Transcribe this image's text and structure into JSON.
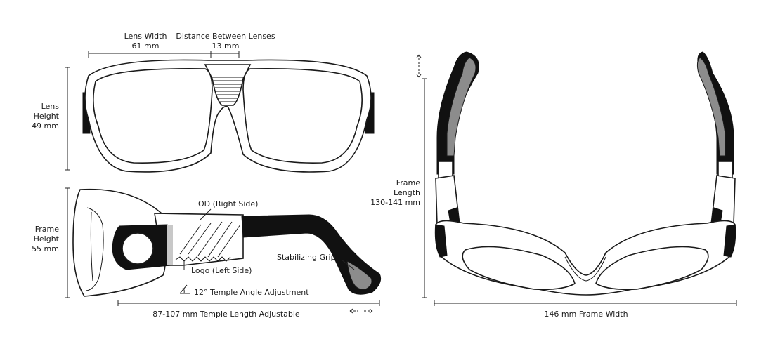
{
  "labels": {
    "lens_width": "Lens Width",
    "lens_width_value": "61 mm",
    "distance_between": "Distance Between Lenses",
    "distance_between_value": "13 mm",
    "lens_height_1": "Lens",
    "lens_height_2": "Height",
    "lens_height_3": "49 mm",
    "frame_height_1": "Frame",
    "frame_height_2": "Height",
    "frame_height_3": "55 mm",
    "od_right": "OD (Right Side)",
    "logo_left": "Logo (Left Side)",
    "stabilizing_grip": "Stabilizing Grip",
    "temple_angle": "12° Temple Angle Adjustment",
    "temple_length": "87-107 mm  Temple Length Adjustable",
    "frame_length_1": "Frame",
    "frame_length_2": "Length",
    "frame_length_3": "130-141 mm",
    "frame_width": "146 mm  Frame Width"
  },
  "colors": {
    "outline": "#1a1a1a",
    "temple_black": "#111111",
    "grip_gray": "#8c8c8c"
  }
}
